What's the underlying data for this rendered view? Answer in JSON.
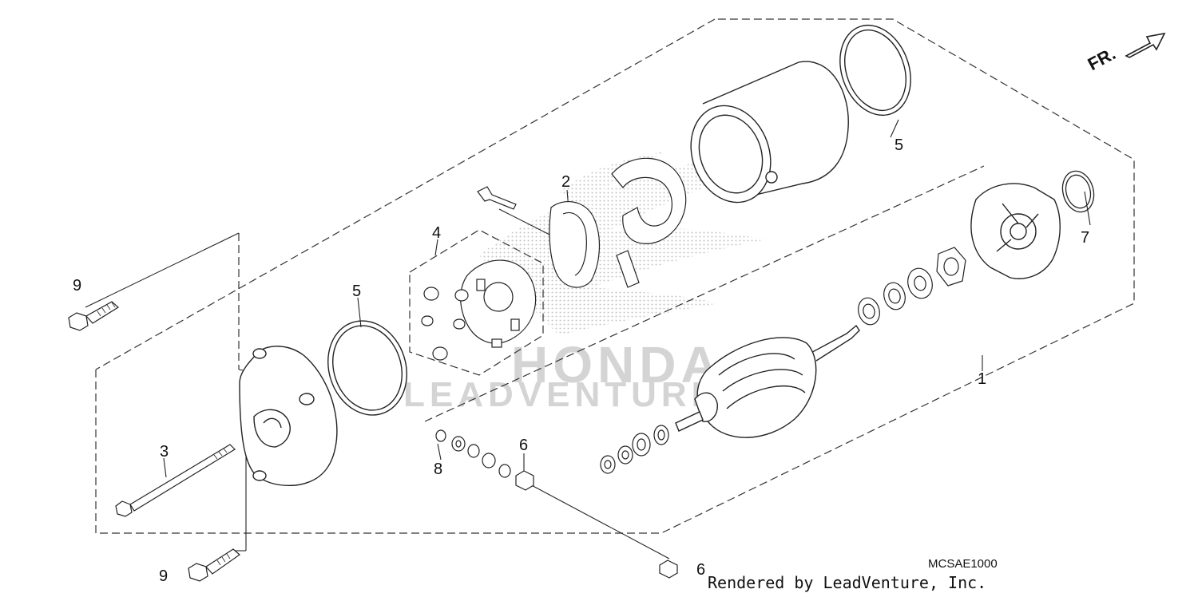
{
  "diagram": {
    "code": "MCSAE1000",
    "credit": "Rendered by LeadVenture, Inc.",
    "direction": "FR.",
    "watermark": {
      "brand": "HONDA",
      "company": "LEADVENTURE"
    },
    "callouts": [
      {
        "id": "c1",
        "text": "1"
      },
      {
        "id": "c2",
        "text": "2"
      },
      {
        "id": "c3",
        "text": "3"
      },
      {
        "id": "c4",
        "text": "4"
      },
      {
        "id": "c5a",
        "text": "5"
      },
      {
        "id": "c5b",
        "text": "5"
      },
      {
        "id": "c6a",
        "text": "6"
      },
      {
        "id": "c6b",
        "text": "6"
      },
      {
        "id": "c7",
        "text": "7"
      },
      {
        "id": "c8",
        "text": "8"
      },
      {
        "id": "c9a",
        "text": "9"
      },
      {
        "id": "c9b",
        "text": "9"
      }
    ]
  }
}
